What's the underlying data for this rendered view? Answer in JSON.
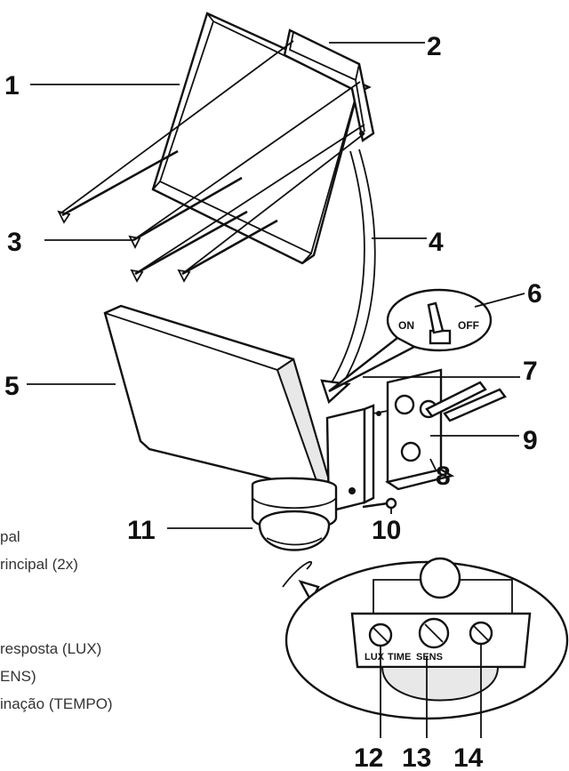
{
  "callouts": {
    "c1": "1",
    "c2": "2",
    "c3": "3",
    "c4": "4",
    "c5": "5",
    "c6": "6",
    "c7": "7",
    "c8": "8",
    "c9": "9",
    "c10": "10",
    "c11": "11",
    "c12": "12",
    "c13": "13",
    "c14": "14"
  },
  "switch": {
    "on": "ON",
    "off": "OFF"
  },
  "knobs": {
    "lux": "LUX",
    "time": "TIME",
    "sens": "SENS"
  },
  "legend": {
    "line1": "pal",
    "line2": "rincipal (2x)",
    "line3": " resposta (LUX)",
    "line4": "ENS)",
    "line5": "inação (TEMPO)"
  }
}
